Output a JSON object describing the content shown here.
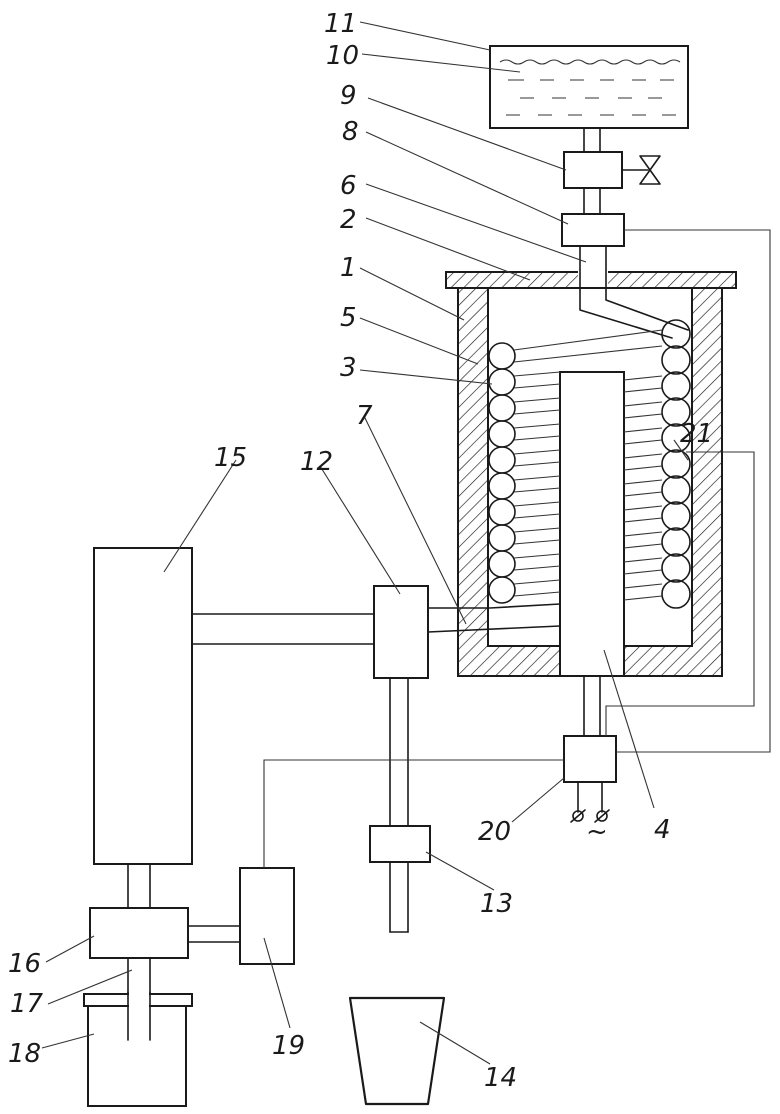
{
  "labels": {
    "n1": "1",
    "n2": "2",
    "n3": "3",
    "n4": "4",
    "n5": "5",
    "n6": "6",
    "n7": "7",
    "n8": "8",
    "n9": "9",
    "n10": "10",
    "n11": "11",
    "n12": "12",
    "n13": "13",
    "n14": "14",
    "n15": "15",
    "n16": "16",
    "n17": "17",
    "n18": "18",
    "n19": "19",
    "n20": "20",
    "n21": "21",
    "ac": "~"
  },
  "colors": {
    "ink": "#1a1a1a",
    "paper": "#ffffff"
  }
}
